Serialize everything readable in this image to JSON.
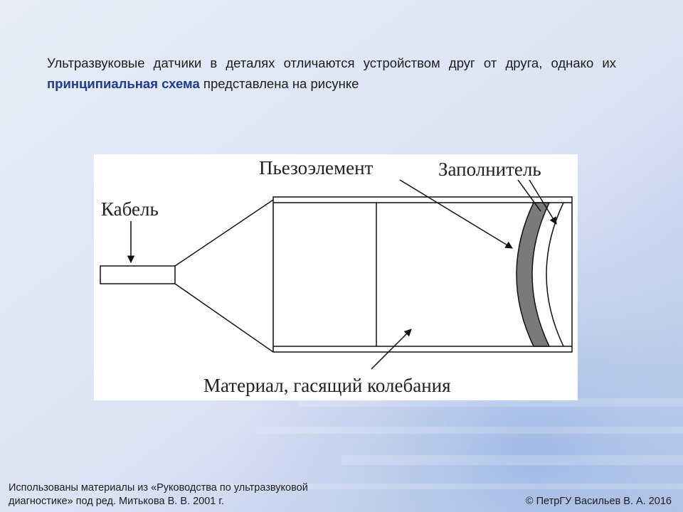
{
  "slide": {
    "intro_part1": "Ультразвуковые датчики в деталях отличаются устройством друг от друга, однако их ",
    "intro_highlight": "принципиальная схема",
    "intro_part2": " представлена на рисунке",
    "source_note": "Использованы материалы из «Руководства по ультразвуковой диагностике» под ред. Митькова В. В. 2001 г.",
    "copyright": "© ПетрГУ Васильев В. А. 2016"
  },
  "diagram": {
    "labels": {
      "cable": "Кабель",
      "piezo": "Пьезоэлемент",
      "filler": "Заполнитель",
      "damping": "Материал, гасящий колебания"
    }
  },
  "colors": {
    "highlight": "#1f3b8a",
    "piezo_fill": "#7a7a7a"
  }
}
